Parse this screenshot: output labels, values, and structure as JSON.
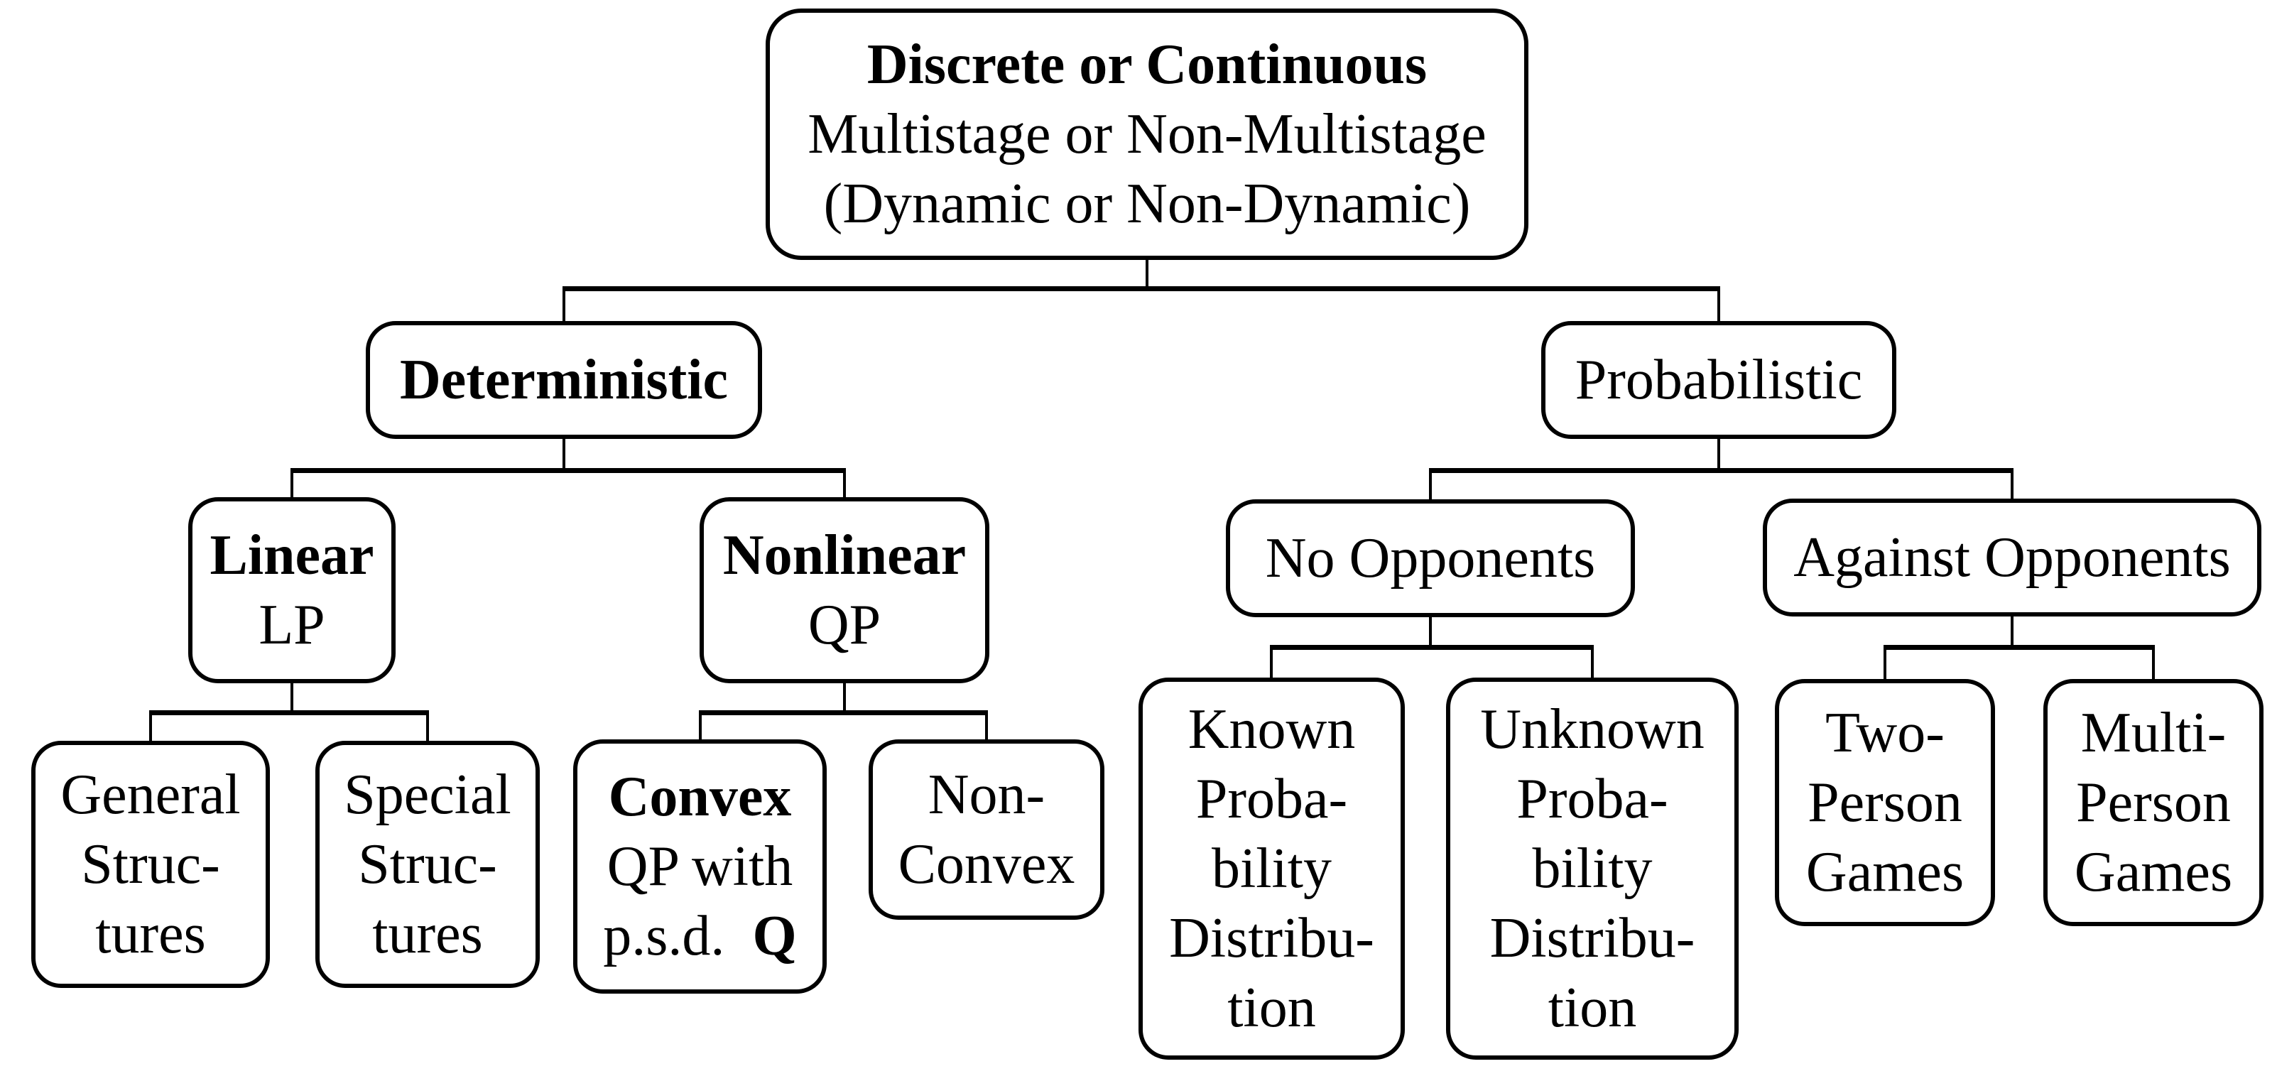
{
  "diagram": {
    "type": "classification-tree",
    "levels": 4
  },
  "nodes": {
    "root": {
      "lines": [
        "Discrete or Continuous",
        "Multistage or Non-Multistage",
        "(Dynamic or Non-Dynamic)"
      ]
    },
    "deterministic": {
      "lines": [
        "Deterministic"
      ]
    },
    "probabilistic": {
      "lines": [
        "Probabilistic"
      ]
    },
    "linear_lp": {
      "lines": [
        "Linear",
        "LP"
      ]
    },
    "nonlinear_qp": {
      "lines": [
        "Nonlinear",
        "QP"
      ]
    },
    "general_structures": {
      "lines": [
        "General",
        "Struc-",
        "tures"
      ]
    },
    "special_structures": {
      "lines": [
        "Special",
        "Struc-",
        "tures"
      ]
    },
    "convex_qp": {
      "lines": [
        "Convex",
        "QP with",
        "p.s.d."
      ],
      "q_symbol": "Q"
    },
    "non_convex": {
      "lines": [
        "Non-",
        "Convex"
      ]
    },
    "no_opponents": {
      "lines": [
        "No Opponents"
      ]
    },
    "against_opponents": {
      "lines": [
        "Against Opponents"
      ]
    },
    "known_probability_distribution": {
      "lines": [
        "Known",
        "Proba-",
        "bility",
        "Distribu-",
        "tion"
      ]
    },
    "unknown_probability_distribution": {
      "lines": [
        "Unknown",
        "Proba-",
        "bility",
        "Distribu-",
        "tion"
      ]
    },
    "two_person_games": {
      "lines": [
        "Two-",
        "Person",
        "Games"
      ]
    },
    "multi_person_games": {
      "lines": [
        "Multi-",
        "Person",
        "Games"
      ]
    }
  },
  "colors": {
    "line": "#000000",
    "text": "#000000",
    "box_fill": "#ffffff",
    "background": "#ffffff"
  }
}
